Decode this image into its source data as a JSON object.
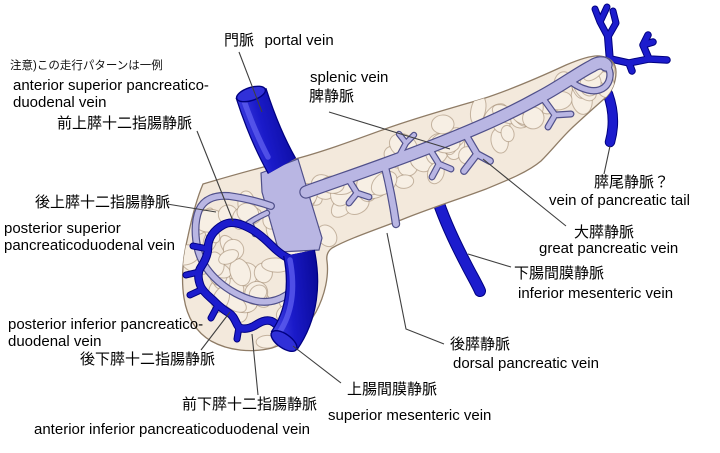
{
  "figure": {
    "note": "注意)この走行パターンは一例",
    "labels": {
      "portal": {
        "ja": "門脈",
        "en": "portal vein"
      },
      "splenic": {
        "en": "splenic vein",
        "ja": "脾静脈"
      },
      "ant_sup": {
        "en_line1": "anterior superior pancreatico-",
        "en_line2": "duodenal vein",
        "ja": "前上膵十二指腸静脈"
      },
      "post_sup": {
        "ja": "後上膵十二指腸静脈",
        "en_line1": "posterior superior",
        "en_line2": "pancreaticoduodenal vein"
      },
      "tail": {
        "ja": "膵尾静脈？",
        "en": "vein of pancreatic tail"
      },
      "great": {
        "ja": "大膵静脈",
        "en": "great pancreatic vein"
      },
      "inf_mes": {
        "ja": "下腸間膜静脈",
        "en": "inferior mesenteric vein"
      },
      "dorsal": {
        "ja": "後膵静脈",
        "en": "dorsal pancreatic vein"
      },
      "sup_mes": {
        "ja": "上腸間膜静脈",
        "en": "superior mesenteric vein"
      },
      "post_inf": {
        "en_line1": "posterior inferior pancreatico-",
        "en_line2": "duodenal vein",
        "ja": "後下膵十二指腸静脈"
      },
      "ant_inf": {
        "ja": "前下膵十二指腸静脈",
        "en": "anterior inferior pancreaticoduodenal vein"
      }
    },
    "colors": {
      "vein_dark": "#1c1ccd",
      "vein_light": "#b9b6e3",
      "pancreas_fill": "#f3e9dc",
      "pancreas_outline": "#8f7c66"
    }
  }
}
